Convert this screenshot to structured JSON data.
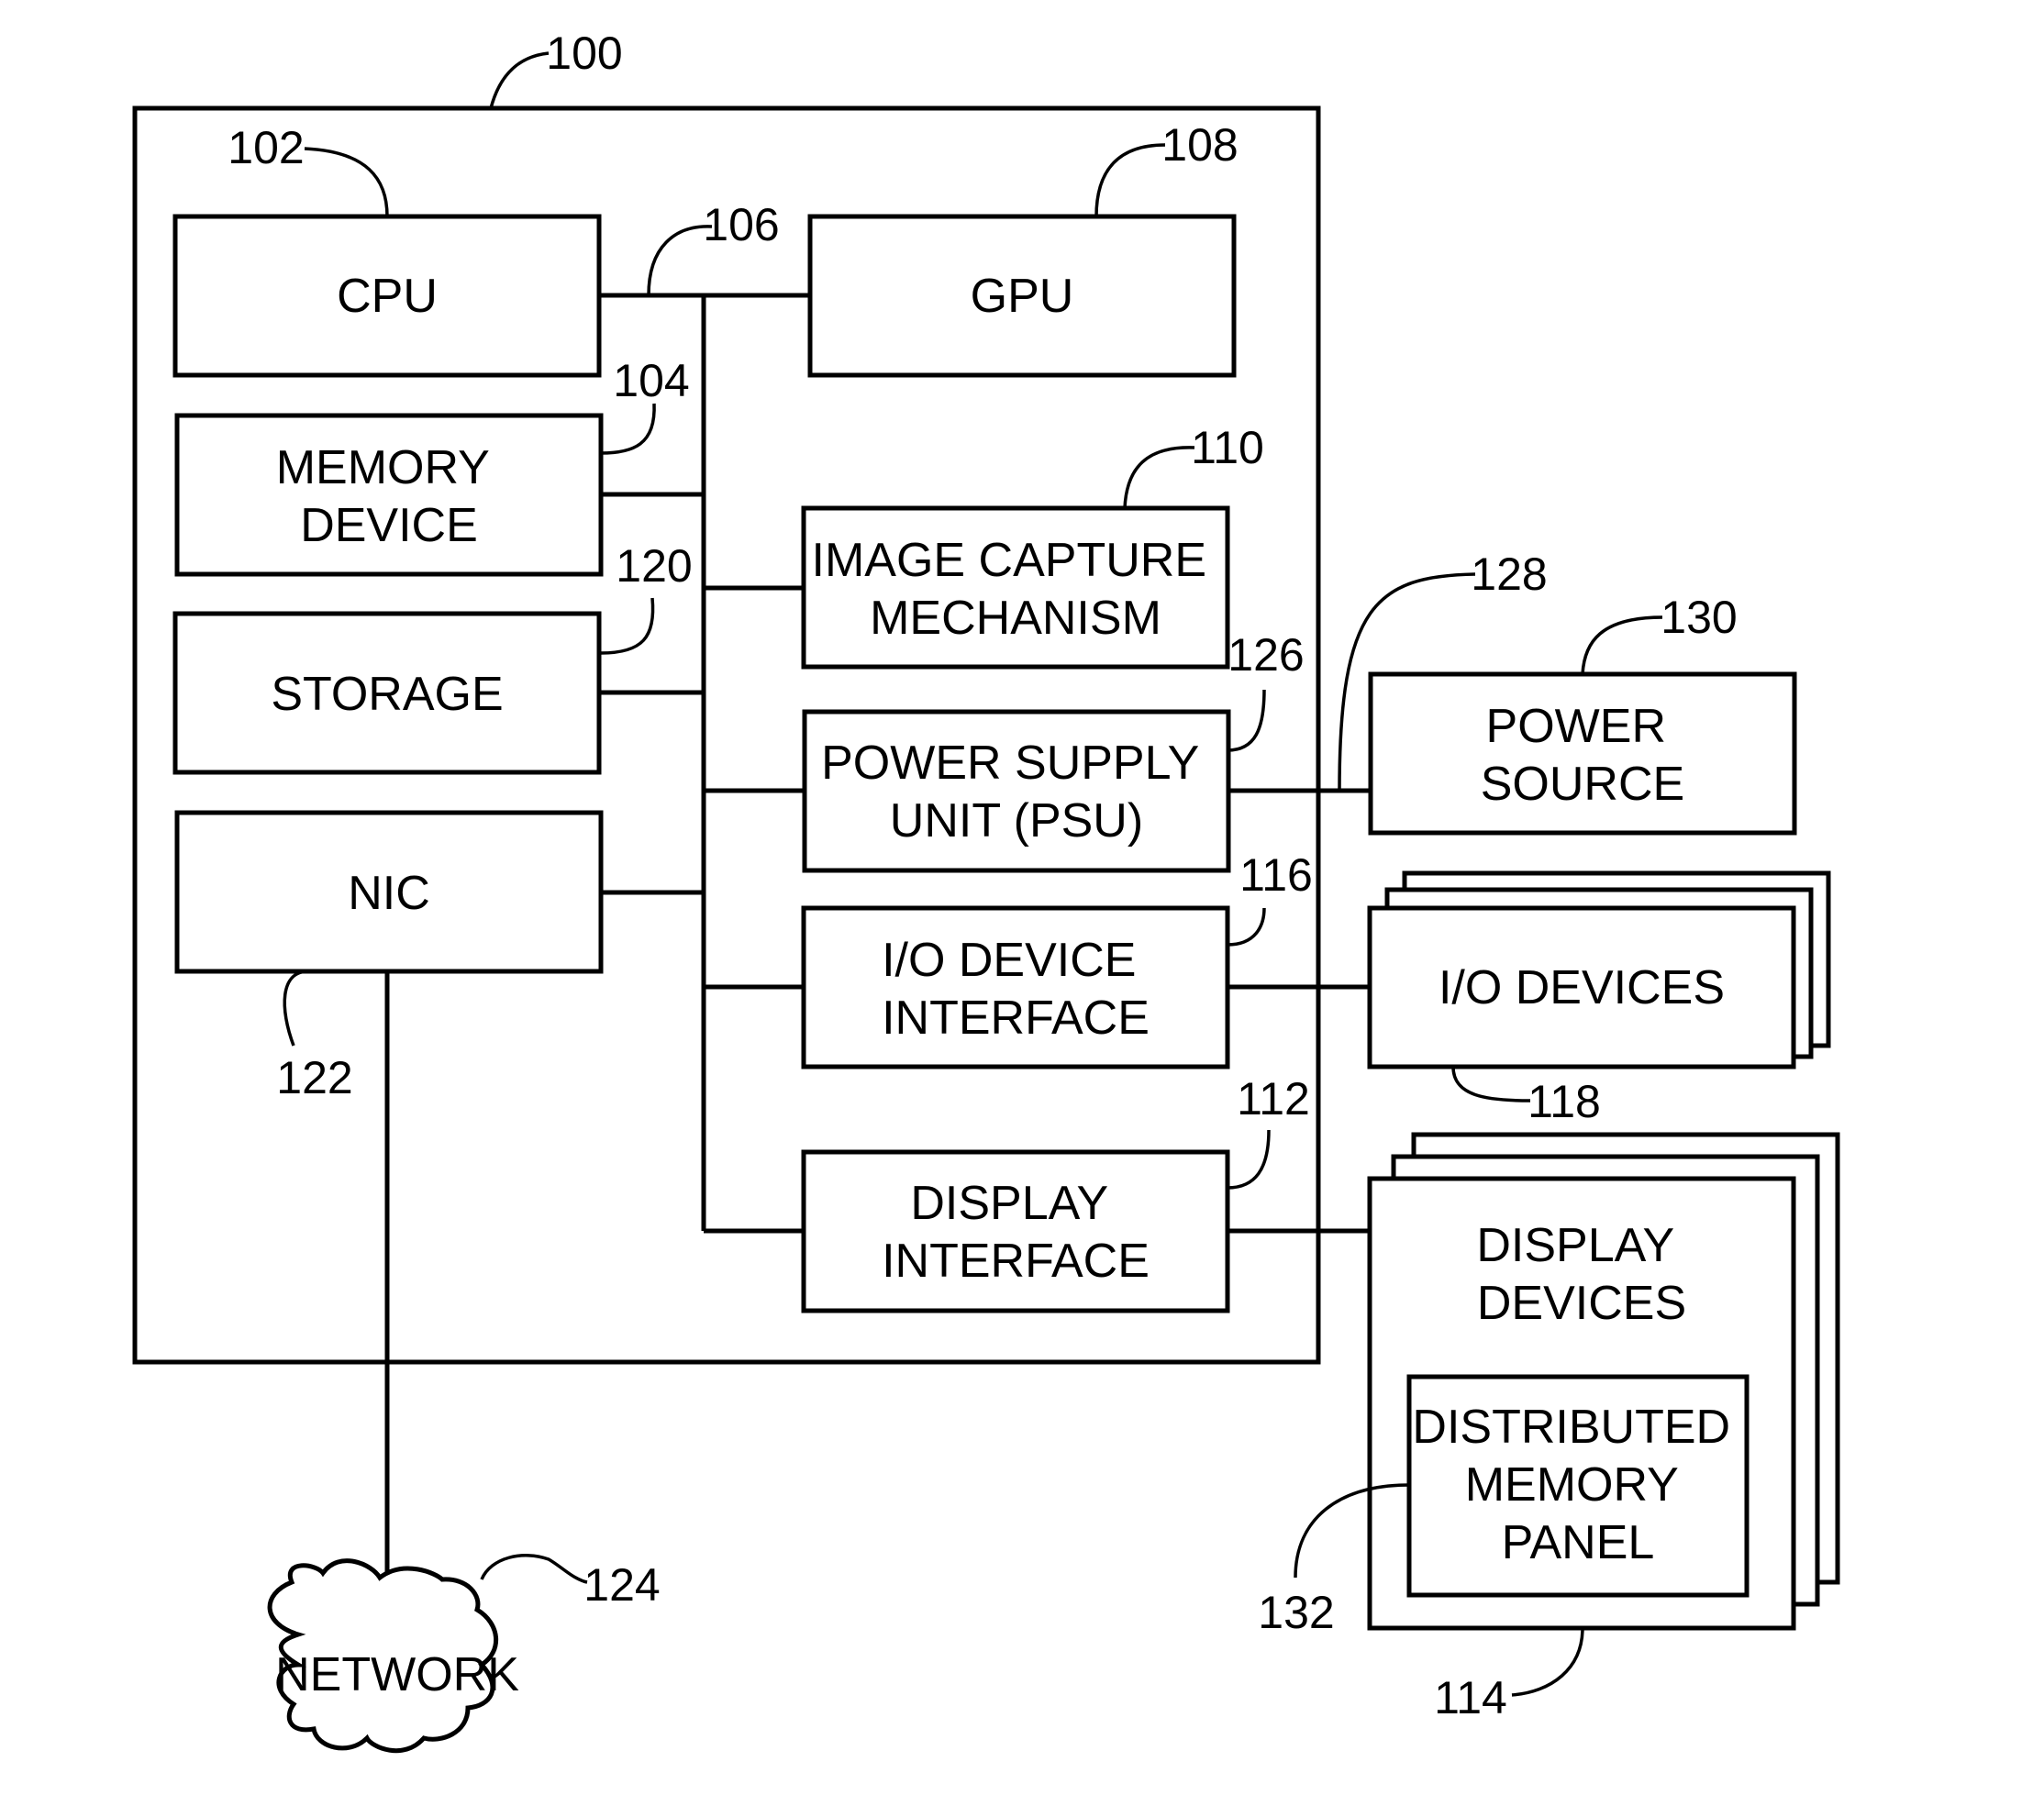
{
  "components": {
    "system": {
      "ref": "100"
    },
    "cpu": {
      "lines": [
        "CPU"
      ],
      "ref": "102"
    },
    "memory_device": {
      "lines": [
        "MEMORY",
        "DEVICE"
      ],
      "ref": "104"
    },
    "bus": {
      "ref": "106"
    },
    "gpu": {
      "lines": [
        "GPU"
      ],
      "ref": "108"
    },
    "image_capture": {
      "lines": [
        "IMAGE  CAPTURE",
        "MECHANISM"
      ],
      "ref": "110"
    },
    "display_interface": {
      "lines": [
        "DISPLAY",
        "INTERFACE"
      ],
      "ref": "112"
    },
    "display_devices": {
      "lines": [
        "DISPLAY",
        "DEVICES"
      ],
      "ref": "114"
    },
    "io_device_interface": {
      "lines": [
        "I/O  DEVICE",
        "INTERFACE"
      ],
      "ref": "116"
    },
    "io_devices": {
      "lines": [
        "I/O  DEVICES"
      ],
      "ref": "118"
    },
    "storage": {
      "lines": [
        "STORAGE"
      ],
      "ref": "120"
    },
    "nic": {
      "lines": [
        "NIC"
      ],
      "ref": "122"
    },
    "network": {
      "lines": [
        "NETWORK"
      ],
      "ref": "124"
    },
    "psu": {
      "lines": [
        "POWER  SUPPLY",
        "UNIT  (PSU)"
      ],
      "ref": "126"
    },
    "power_link": {
      "ref": "128"
    },
    "power_source": {
      "lines": [
        "POWER",
        "SOURCE"
      ],
      "ref": "130"
    },
    "distributed_memory_panel": {
      "lines": [
        "DISTRIBUTED",
        "MEMORY",
        "PANEL"
      ],
      "ref": "132"
    }
  }
}
